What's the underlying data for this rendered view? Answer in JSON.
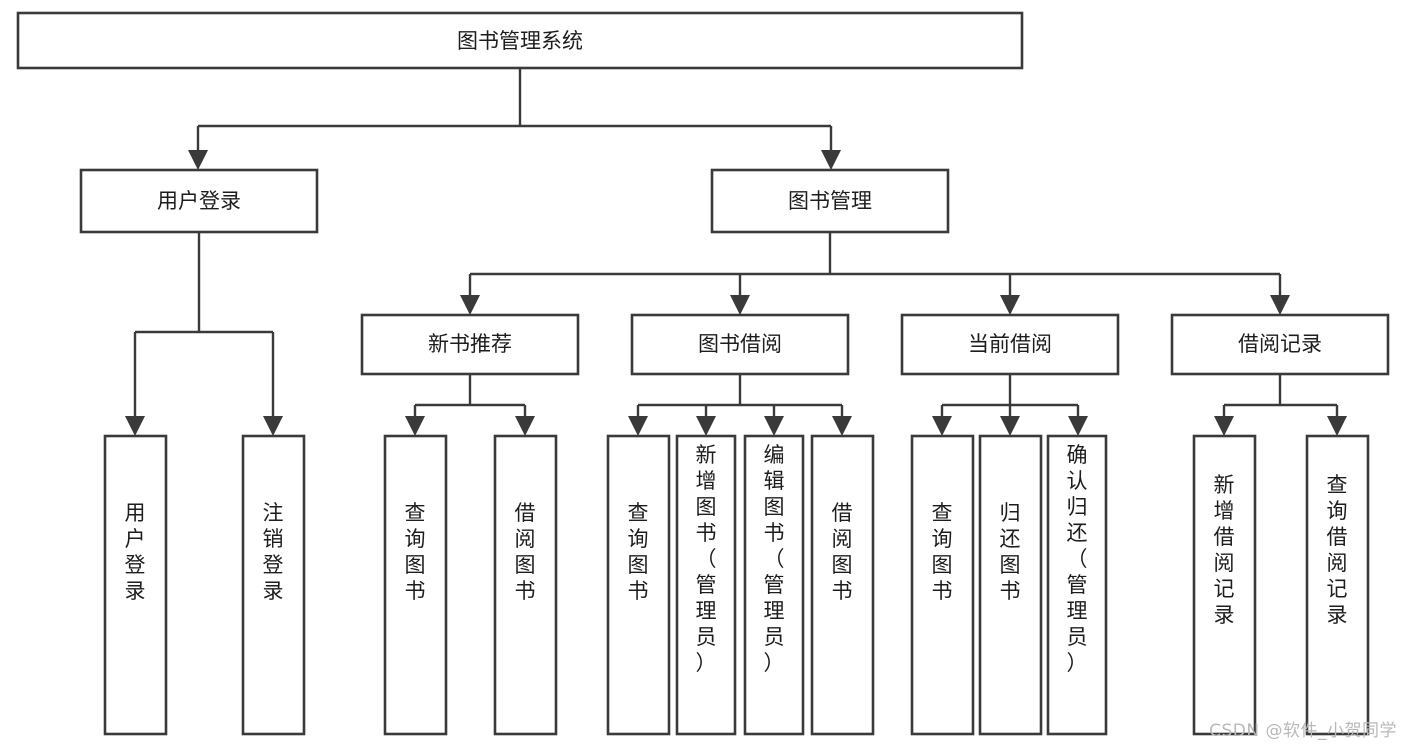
{
  "diagram": {
    "type": "tree",
    "title": "图书管理系统",
    "watermark": "CSDN @软件_小贺同学",
    "colors": {
      "box_fill": "#ffffff",
      "box_stroke": "#3a3a3a",
      "connector": "#3a3a3a",
      "text": "#1d1d1d",
      "watermark": "#b9b9b9",
      "background": "#ffffff"
    },
    "nodes": {
      "root": {
        "label": "图书管理系统",
        "orientation": "horizontal",
        "level": 1
      },
      "l2": [
        {
          "id": "user-login",
          "label": "用户登录",
          "orientation": "horizontal",
          "level": 2
        },
        {
          "id": "book-manage",
          "label": "图书管理",
          "orientation": "horizontal",
          "level": 2
        }
      ],
      "l3": [
        {
          "id": "new-book-recommend",
          "label": "新书推荐",
          "orientation": "horizontal",
          "level": 3,
          "parent": "book-manage"
        },
        {
          "id": "book-borrow",
          "label": "图书借阅",
          "orientation": "horizontal",
          "level": 3,
          "parent": "book-manage"
        },
        {
          "id": "current-borrow",
          "label": "当前借阅",
          "orientation": "horizontal",
          "level": 3,
          "parent": "book-manage"
        },
        {
          "id": "borrow-record",
          "label": "借阅记录",
          "orientation": "horizontal",
          "level": 3,
          "parent": "book-manage"
        }
      ],
      "leaves": [
        {
          "id": "leaf-user-login",
          "label": "用户登录",
          "orientation": "vertical",
          "parent": "user-login"
        },
        {
          "id": "leaf-user-logout",
          "label": "注销登录",
          "orientation": "vertical",
          "parent": "user-login"
        },
        {
          "id": "leaf-query-book-1",
          "label": "查询图书",
          "orientation": "vertical",
          "parent": "new-book-recommend"
        },
        {
          "id": "leaf-borrow-book-1",
          "label": "借阅图书",
          "orientation": "vertical",
          "parent": "new-book-recommend"
        },
        {
          "id": "leaf-query-book-2",
          "label": "查询图书",
          "orientation": "vertical",
          "parent": "book-borrow"
        },
        {
          "id": "leaf-add-book",
          "label": "新增图书（管理员）",
          "orientation": "vertical",
          "parent": "book-borrow"
        },
        {
          "id": "leaf-edit-book",
          "label": "编辑图书（管理员）",
          "orientation": "vertical",
          "parent": "book-borrow"
        },
        {
          "id": "leaf-borrow-book-2",
          "label": "借阅图书",
          "orientation": "vertical",
          "parent": "book-borrow"
        },
        {
          "id": "leaf-query-book-3",
          "label": "查询图书",
          "orientation": "vertical",
          "parent": "current-borrow"
        },
        {
          "id": "leaf-return-book",
          "label": "归还图书",
          "orientation": "vertical",
          "parent": "current-borrow"
        },
        {
          "id": "leaf-confirm-return",
          "label": "确认归还（管理员）",
          "orientation": "vertical",
          "parent": "current-borrow"
        },
        {
          "id": "leaf-add-record",
          "label": "新增借阅记录",
          "orientation": "vertical",
          "parent": "borrow-record"
        },
        {
          "id": "leaf-query-record",
          "label": "查询借阅记录",
          "orientation": "vertical",
          "parent": "borrow-record"
        }
      ]
    }
  }
}
